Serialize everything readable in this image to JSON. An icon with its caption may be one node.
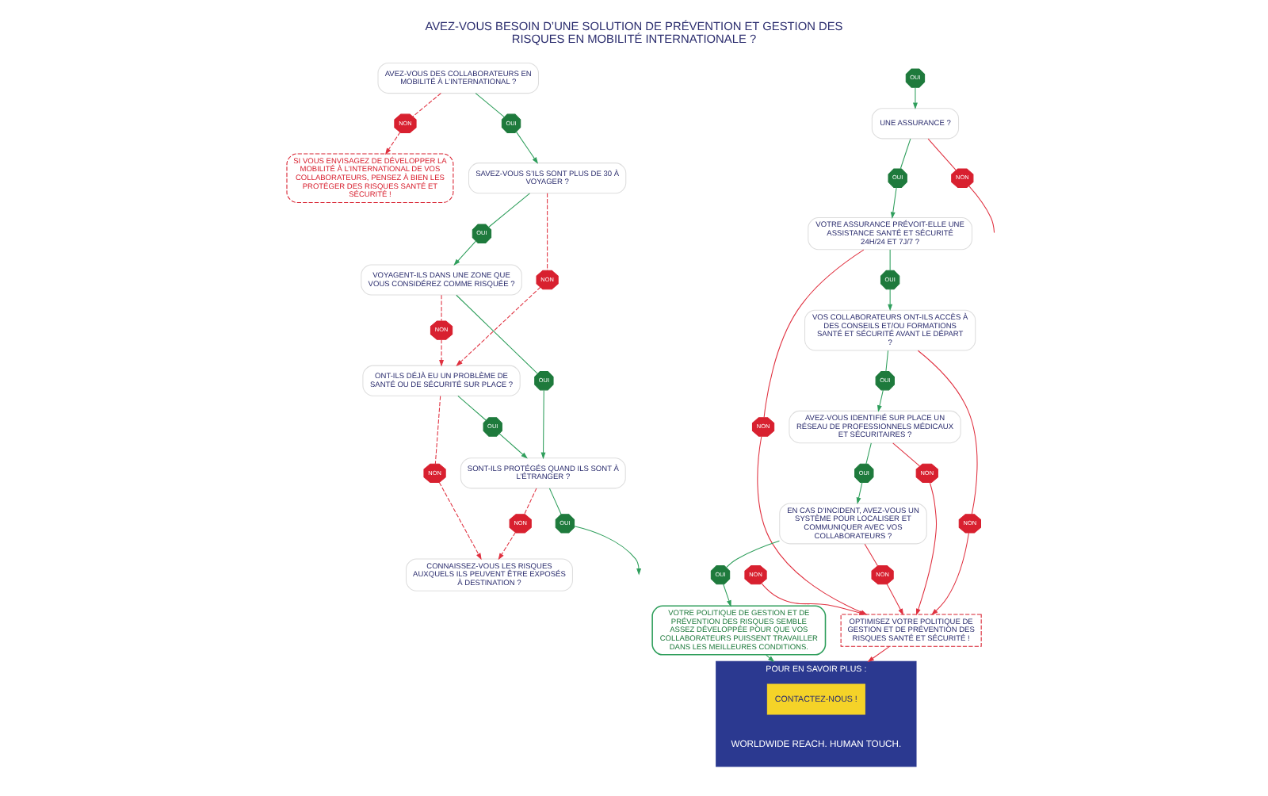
{
  "diagram": {
    "title": "AVEZ-VOUS BESOIN D’UNE SOLUTION DE PRÉVENTION ET GESTION DES RISQUES EN MOBILITÉ INTERNATIONALE ?",
    "nodes": [
      {
        "text": [
          "AVEZ-VOUS DES COLLABORATEURS EN MOBILITÉ À L’INTERNATIONAL ?"
        ]
      },
      {
        "text": [
          "OUI"
        ]
      },
      {
        "text": [
          "NON"
        ]
      },
      {
        "text": [
          "SI VOUS ENVISAGEZ DE DÉVELOPPER LA MOBILITÉ À L’INTERNATIONAL DE VOS COLLABORATEURS, PENSEZ À BIEN LES PROTÉGER DES RISQUES SANTÉ ET SÉCURITÉ !"
        ]
      },
      {
        "text": [
          "SAVEZ-VOUS S’ILS SONT PLUS DE 30 À VOYAGER ?"
        ]
      },
      {
        "text": [
          "OUI"
        ]
      },
      {
        "text": [
          "NON"
        ]
      },
      {
        "text": [
          "VOYAGENT-ILS DANS UNE ZONE QUE VOUS CONSIDÉREZ COMME RISQUÉE ?"
        ]
      },
      {
        "text": [
          "ONT-ILS DÉJÀ EU UN PROBLÈME DE SANTÉ OU DE SÉCURITÉ SUR PLACE ?"
        ]
      },
      {
        "text": [
          "OUI"
        ]
      },
      {
        "text": [
          "NON"
        ]
      },
      {
        "text": [
          "OUI"
        ]
      },
      {
        "text": [
          "NON"
        ]
      },
      {
        "text": [
          "SONT-ILS PROTÉGÉS QUAND ILS SONT À L’ÉTRANGER ?"
        ]
      },
      {
        "text": [
          "CONNAISSEZ-VOUS LES RISQUES AUXQUELS ILS PEUVENT ÊTRE EXPOSÉS À DESTINATION ?"
        ]
      },
      {
        "text": [
          "OUI"
        ]
      },
      {
        "text": [
          "NON"
        ]
      },
      {
        "text": [
          "UNE ASSURANCE ?"
        ]
      },
      {
        "text": [
          "OUI"
        ]
      },
      {
        "text": [
          "NON"
        ]
      },
      {
        "text": [
          "OUI"
        ]
      },
      {
        "text": [
          "NON"
        ]
      },
      {
        "text": [
          "VOTRE ASSURANCE PRÉVOIT-ELLE UNE ASSISTANCE SANTÉ ET SÉCURITÉ 24H/24 ET 7J/7 ?"
        ]
      },
      {
        "text": [
          "OUI"
        ]
      },
      {
        "text": [
          "NON"
        ]
      },
      {
        "text": [
          "VOS COLLABORATEURS ONT-ILS ACCÈS À DES CONSEILS ET/OU FORMATIONS SANTÉ ET SÉCURITÉ AVANT LE DÉPART ?"
        ]
      },
      {
        "text": [
          "OUI"
        ]
      },
      {
        "text": [
          "NON"
        ]
      },
      {
        "text": [
          "AVEZ-VOUS IDENTIFIÉ SUR PLACE UN RÉSEAU DE PROFESSIONNELS MÉDICAUX ET SÉCURITAIRES ?"
        ]
      },
      {
        "text": [
          "OUI"
        ]
      },
      {
        "text": [
          "NON"
        ]
      },
      {
        "text": [
          "EN CAS D’INCIDENT, AVEZ-VOUS UN SYSTÈME POUR LOCALISER ET COMMUNIQUER AVEC VOS COLLABORATEURS ?"
        ]
      },
      {
        "text": [
          "OUI"
        ]
      },
      {
        "text": [
          "NON"
        ]
      },
      {
        "text": [
          "VOTRE POLITIQUE DE GESTION ET DE PRÉVENTION DES RISQUES SEMBLE ASSEZ DÉVELOPPÉE POUR QUE VOS COLLABORATEURS PUISSENT TRAVAILLER DANS LES MEILLEURES CONDITIONS."
        ]
      },
      {
        "text": [
          "OPTIMISEZ VOTRE POLITIQUE DE GESTION ET DE PRÉVENTION DES RISQUES SANTÉ ET SÉCURITÉ !"
        ]
      },
      {
        "text": [
          "POUR EN SAVOIR PLUS :",
          "WORLDWIDE REACH. HUMAN TOUCH."
        ]
      },
      {
        "text": [
          "CONTACTEZ-NOUS !"
        ],
        "in": 36
      }
    ],
    "edges": [
      {
        "from": 0,
        "to": 1,
        "arrow": "none"
      },
      {
        "from": 0,
        "to": 2,
        "arrow": "none",
        "style": "dashed",
        "color": "#e0303f"
      },
      {
        "from": 1,
        "to": 4,
        "arrow": "to"
      },
      {
        "from": 2,
        "to": 3,
        "arrow": "to",
        "style": "dashed",
        "color": "#e0303f"
      },
      {
        "from": 4,
        "to": 5,
        "arrow": "none"
      },
      {
        "from": 4,
        "to": 6,
        "arrow": "none",
        "style": "dashed",
        "color": "#e0303f"
      },
      {
        "from": 5,
        "to": 7,
        "arrow": "to"
      },
      {
        "from": 6,
        "to": 8,
        "arrow": "to",
        "style": "dashed",
        "color": "#e0303f"
      },
      {
        "from": 7,
        "to": 9,
        "arrow": "none"
      },
      {
        "from": 7,
        "to": 10,
        "arrow": "none",
        "style": "dashed",
        "color": "#e0303f"
      },
      {
        "from": 9,
        "to": 13,
        "arrow": "to"
      },
      {
        "from": 10,
        "to": 8,
        "arrow": "to",
        "style": "dashed",
        "color": "#e0303f"
      },
      {
        "from": 8,
        "to": 11,
        "arrow": "none"
      },
      {
        "from": 8,
        "to": 12,
        "arrow": "none",
        "style": "dashed",
        "color": "#e0303f"
      },
      {
        "from": 11,
        "to": 13,
        "arrow": "to"
      },
      {
        "from": 12,
        "to": 14,
        "arrow": "to",
        "style": "dashed",
        "color": "#e0303f"
      },
      {
        "from": 13,
        "to": 15,
        "arrow": "none"
      },
      {
        "from": 13,
        "to": 16,
        "arrow": "none",
        "style": "dashed",
        "color": "#e0303f"
      },
      {
        "from": 15,
        "to": null,
        "arrow": "to"
      },
      {
        "from": 16,
        "to": 14,
        "arrow": "to",
        "style": "dashed",
        "color": "#e0303f"
      },
      {
        "from": 18,
        "to": 17,
        "arrow": "to"
      },
      {
        "from": 19,
        "to": 35,
        "arrow": "to",
        "color": "#e0303f"
      },
      {
        "from": 17,
        "to": 20,
        "arrow": "none"
      },
      {
        "from": 17,
        "to": 21,
        "arrow": "none",
        "color": "#e0303f"
      },
      {
        "from": 20,
        "to": 22,
        "arrow": "to"
      },
      {
        "from": 21,
        "to": null,
        "arrow": "none",
        "color": "#e0303f"
      },
      {
        "from": 22,
        "to": 23,
        "arrow": "none"
      },
      {
        "from": 22,
        "to": 24,
        "arrow": "none",
        "color": "#e0303f"
      },
      {
        "from": 23,
        "to": 25,
        "arrow": "to"
      },
      {
        "from": 24,
        "to": 35,
        "arrow": "to",
        "color": "#e0303f"
      },
      {
        "from": 25,
        "to": 26,
        "arrow": "none"
      },
      {
        "from": 25,
        "to": 27,
        "arrow": "none",
        "color": "#e0303f"
      },
      {
        "from": 26,
        "to": 28,
        "arrow": "to"
      },
      {
        "from": 27,
        "to": 35,
        "arrow": "to",
        "color": "#e0303f"
      },
      {
        "from": 28,
        "to": 29,
        "arrow": "none"
      },
      {
        "from": 28,
        "to": 30,
        "arrow": "none",
        "color": "#e0303f"
      },
      {
        "from": 29,
        "to": 31,
        "arrow": "to"
      },
      {
        "from": 30,
        "to": 35,
        "arrow": "to",
        "color": "#e0303f"
      },
      {
        "from": 31,
        "to": 32,
        "arrow": "none"
      },
      {
        "from": 31,
        "to": 33,
        "arrow": "none",
        "color": "#e0303f"
      },
      {
        "from": 32,
        "to": 34,
        "arrow": "to"
      },
      {
        "from": 33,
        "to": 35,
        "arrow": "to",
        "color": "#e0303f"
      },
      {
        "from": 34,
        "to": 36,
        "arrow": "to"
      },
      {
        "from": 35,
        "to": 36,
        "arrow": "to",
        "color": "#e0303f"
      }
    ]
  }
}
